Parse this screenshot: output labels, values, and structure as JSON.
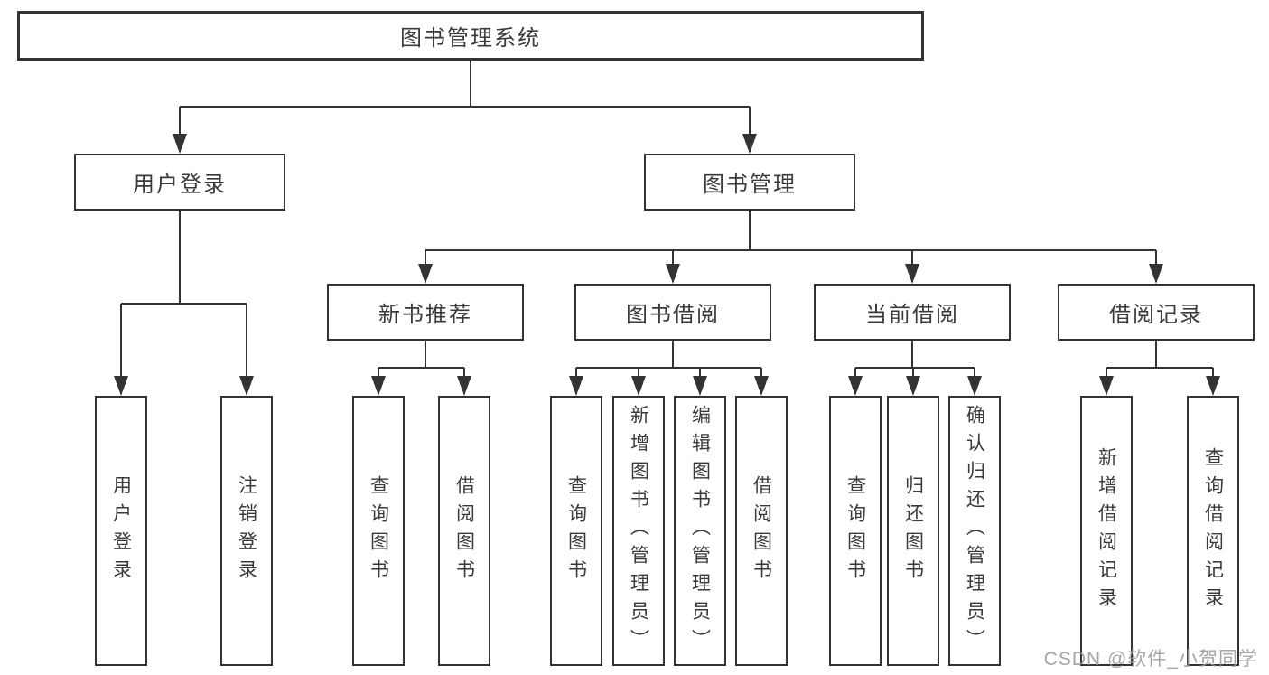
{
  "diagram": {
    "tree": {
      "label": "图书管理系统",
      "children": [
        {
          "label": "用户登录",
          "children": [
            {
              "label": "用户登录"
            },
            {
              "label": "注销登录"
            }
          ]
        },
        {
          "label": "图书管理",
          "children": [
            {
              "label": "新书推荐",
              "children": [
                {
                  "label": "查询图书"
                },
                {
                  "label": "借阅图书"
                }
              ]
            },
            {
              "label": "图书借阅",
              "children": [
                {
                  "label": "查询图书"
                },
                {
                  "label": "新增图书（管理员）"
                },
                {
                  "label": "编辑图书（管理员）"
                },
                {
                  "label": "借阅图书"
                }
              ]
            },
            {
              "label": "当前借阅",
              "children": [
                {
                  "label": "查询图书"
                },
                {
                  "label": "归还图书"
                },
                {
                  "label": "确认归还（管理员）"
                }
              ]
            },
            {
              "label": "借阅记录",
              "children": [
                {
                  "label": "新增借阅记录"
                },
                {
                  "label": "查询借阅记录"
                }
              ]
            }
          ]
        }
      ]
    },
    "colors": {
      "line": "#333333",
      "text": "#3a3a3a",
      "box_background": "#ffffff",
      "watermark": "#969696"
    }
  },
  "watermark": {
    "text": "CSDN @软件_小贺同学"
  }
}
